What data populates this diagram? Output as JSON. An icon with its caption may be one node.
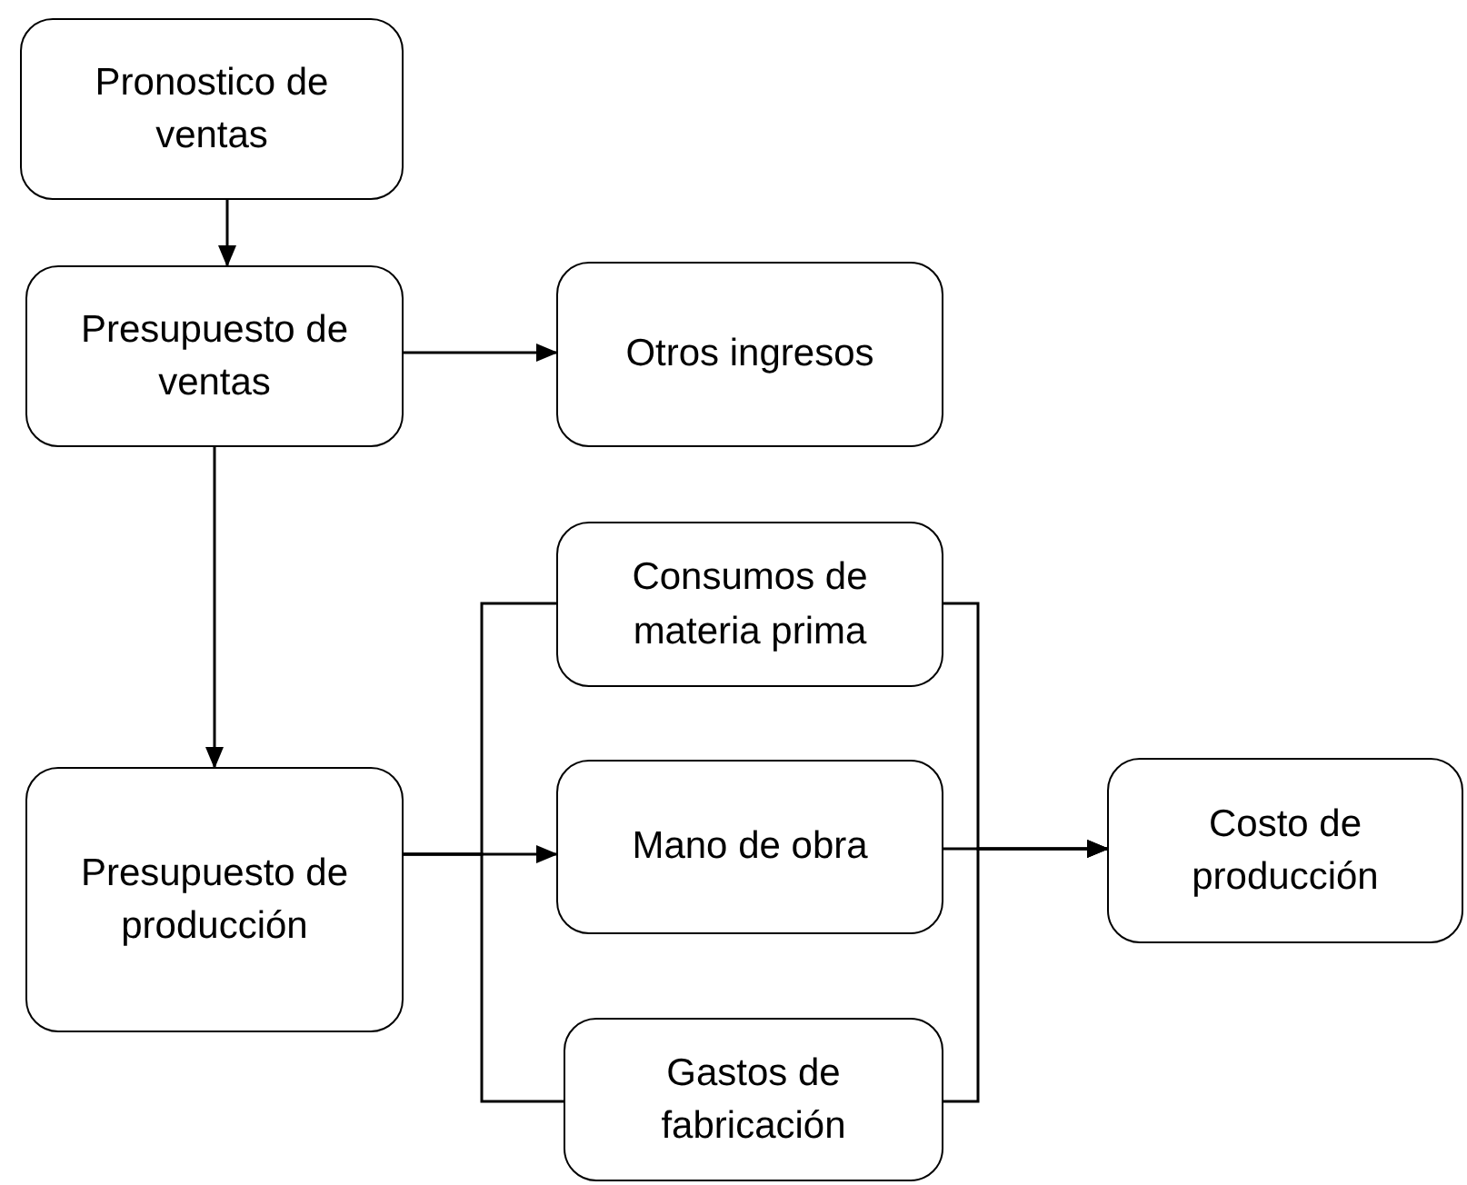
{
  "diagram": {
    "nodes": [
      {
        "text": [
          "Pronostico de ventas"
        ]
      },
      {
        "text": [
          "Presupuesto de ventas"
        ]
      },
      {
        "text": [
          "Otros ingresos"
        ]
      },
      {
        "text": [
          "Consumos de materia prima"
        ]
      },
      {
        "text": [
          "Presupuesto de producción"
        ]
      },
      {
        "text": [
          "Mano de obra"
        ]
      },
      {
        "text": [
          "Gastos de fabricación"
        ]
      },
      {
        "text": [
          "Costo de producción"
        ]
      }
    ],
    "edges": [
      {
        "from": 0,
        "to": 1,
        "arrow": "to"
      },
      {
        "from": 1,
        "to": 2,
        "arrow": "to"
      },
      {
        "from": 1,
        "to": 4,
        "arrow": "to"
      },
      {
        "from": 4,
        "to": 3,
        "arrow": "none"
      },
      {
        "from": 4,
        "to": 5,
        "arrow": "to"
      },
      {
        "from": 4,
        "to": 6,
        "arrow": "none"
      },
      {
        "from": 3,
        "to": 7,
        "arrow": "to"
      },
      {
        "from": 5,
        "to": 7,
        "arrow": "to"
      },
      {
        "from": 6,
        "to": 7,
        "arrow": "to"
      }
    ]
  }
}
